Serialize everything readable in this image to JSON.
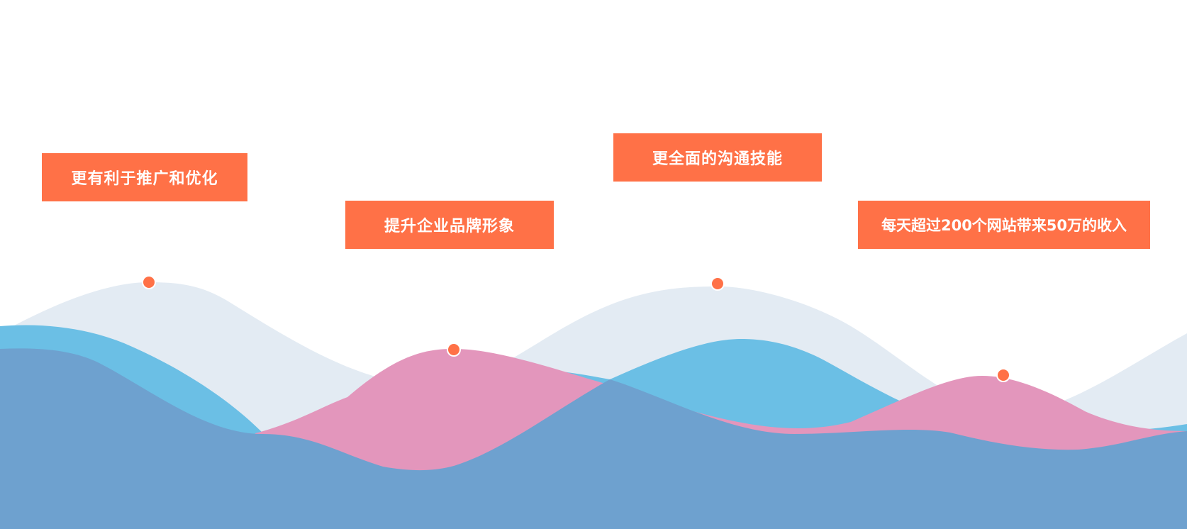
{
  "colors": {
    "accent": "#ff7147",
    "wave_back": "#e3ebf3",
    "wave_cyan": "#6bbfe5",
    "wave_pink": "#e396bc",
    "wave_front": "#6ea1cf"
  },
  "milestones": [
    {
      "label": "更有利于推广和优化"
    },
    {
      "label": "提升企业品牌形象"
    },
    {
      "label": "更全面的沟通技能"
    },
    {
      "label": "每天超过200个网站带来50万的收入"
    }
  ]
}
